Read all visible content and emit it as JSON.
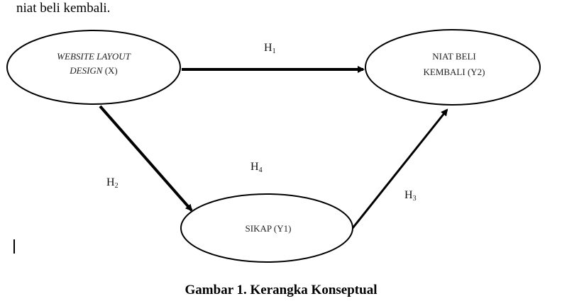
{
  "intro_text": "niat beli kembali.",
  "nodes": {
    "website_layout_design": {
      "line1": "WEBSITE LAYOUT",
      "line2_italic": "DESIGN",
      "line2_rest": " (X)"
    },
    "niat_beli_kembali": {
      "line1": "NIAT BELI",
      "line2": "KEMBALI (Y2)"
    },
    "sikap": {
      "line1": "SIKAP (Y1)"
    }
  },
  "hypotheses": {
    "h1": {
      "base": "H",
      "sub": "1"
    },
    "h2": {
      "base": "H",
      "sub": "2"
    },
    "h3": {
      "base": "H",
      "sub": "3"
    },
    "h4": {
      "base": "H",
      "sub": "4"
    }
  },
  "caption": "Gambar 1. Kerangka Konseptual"
}
